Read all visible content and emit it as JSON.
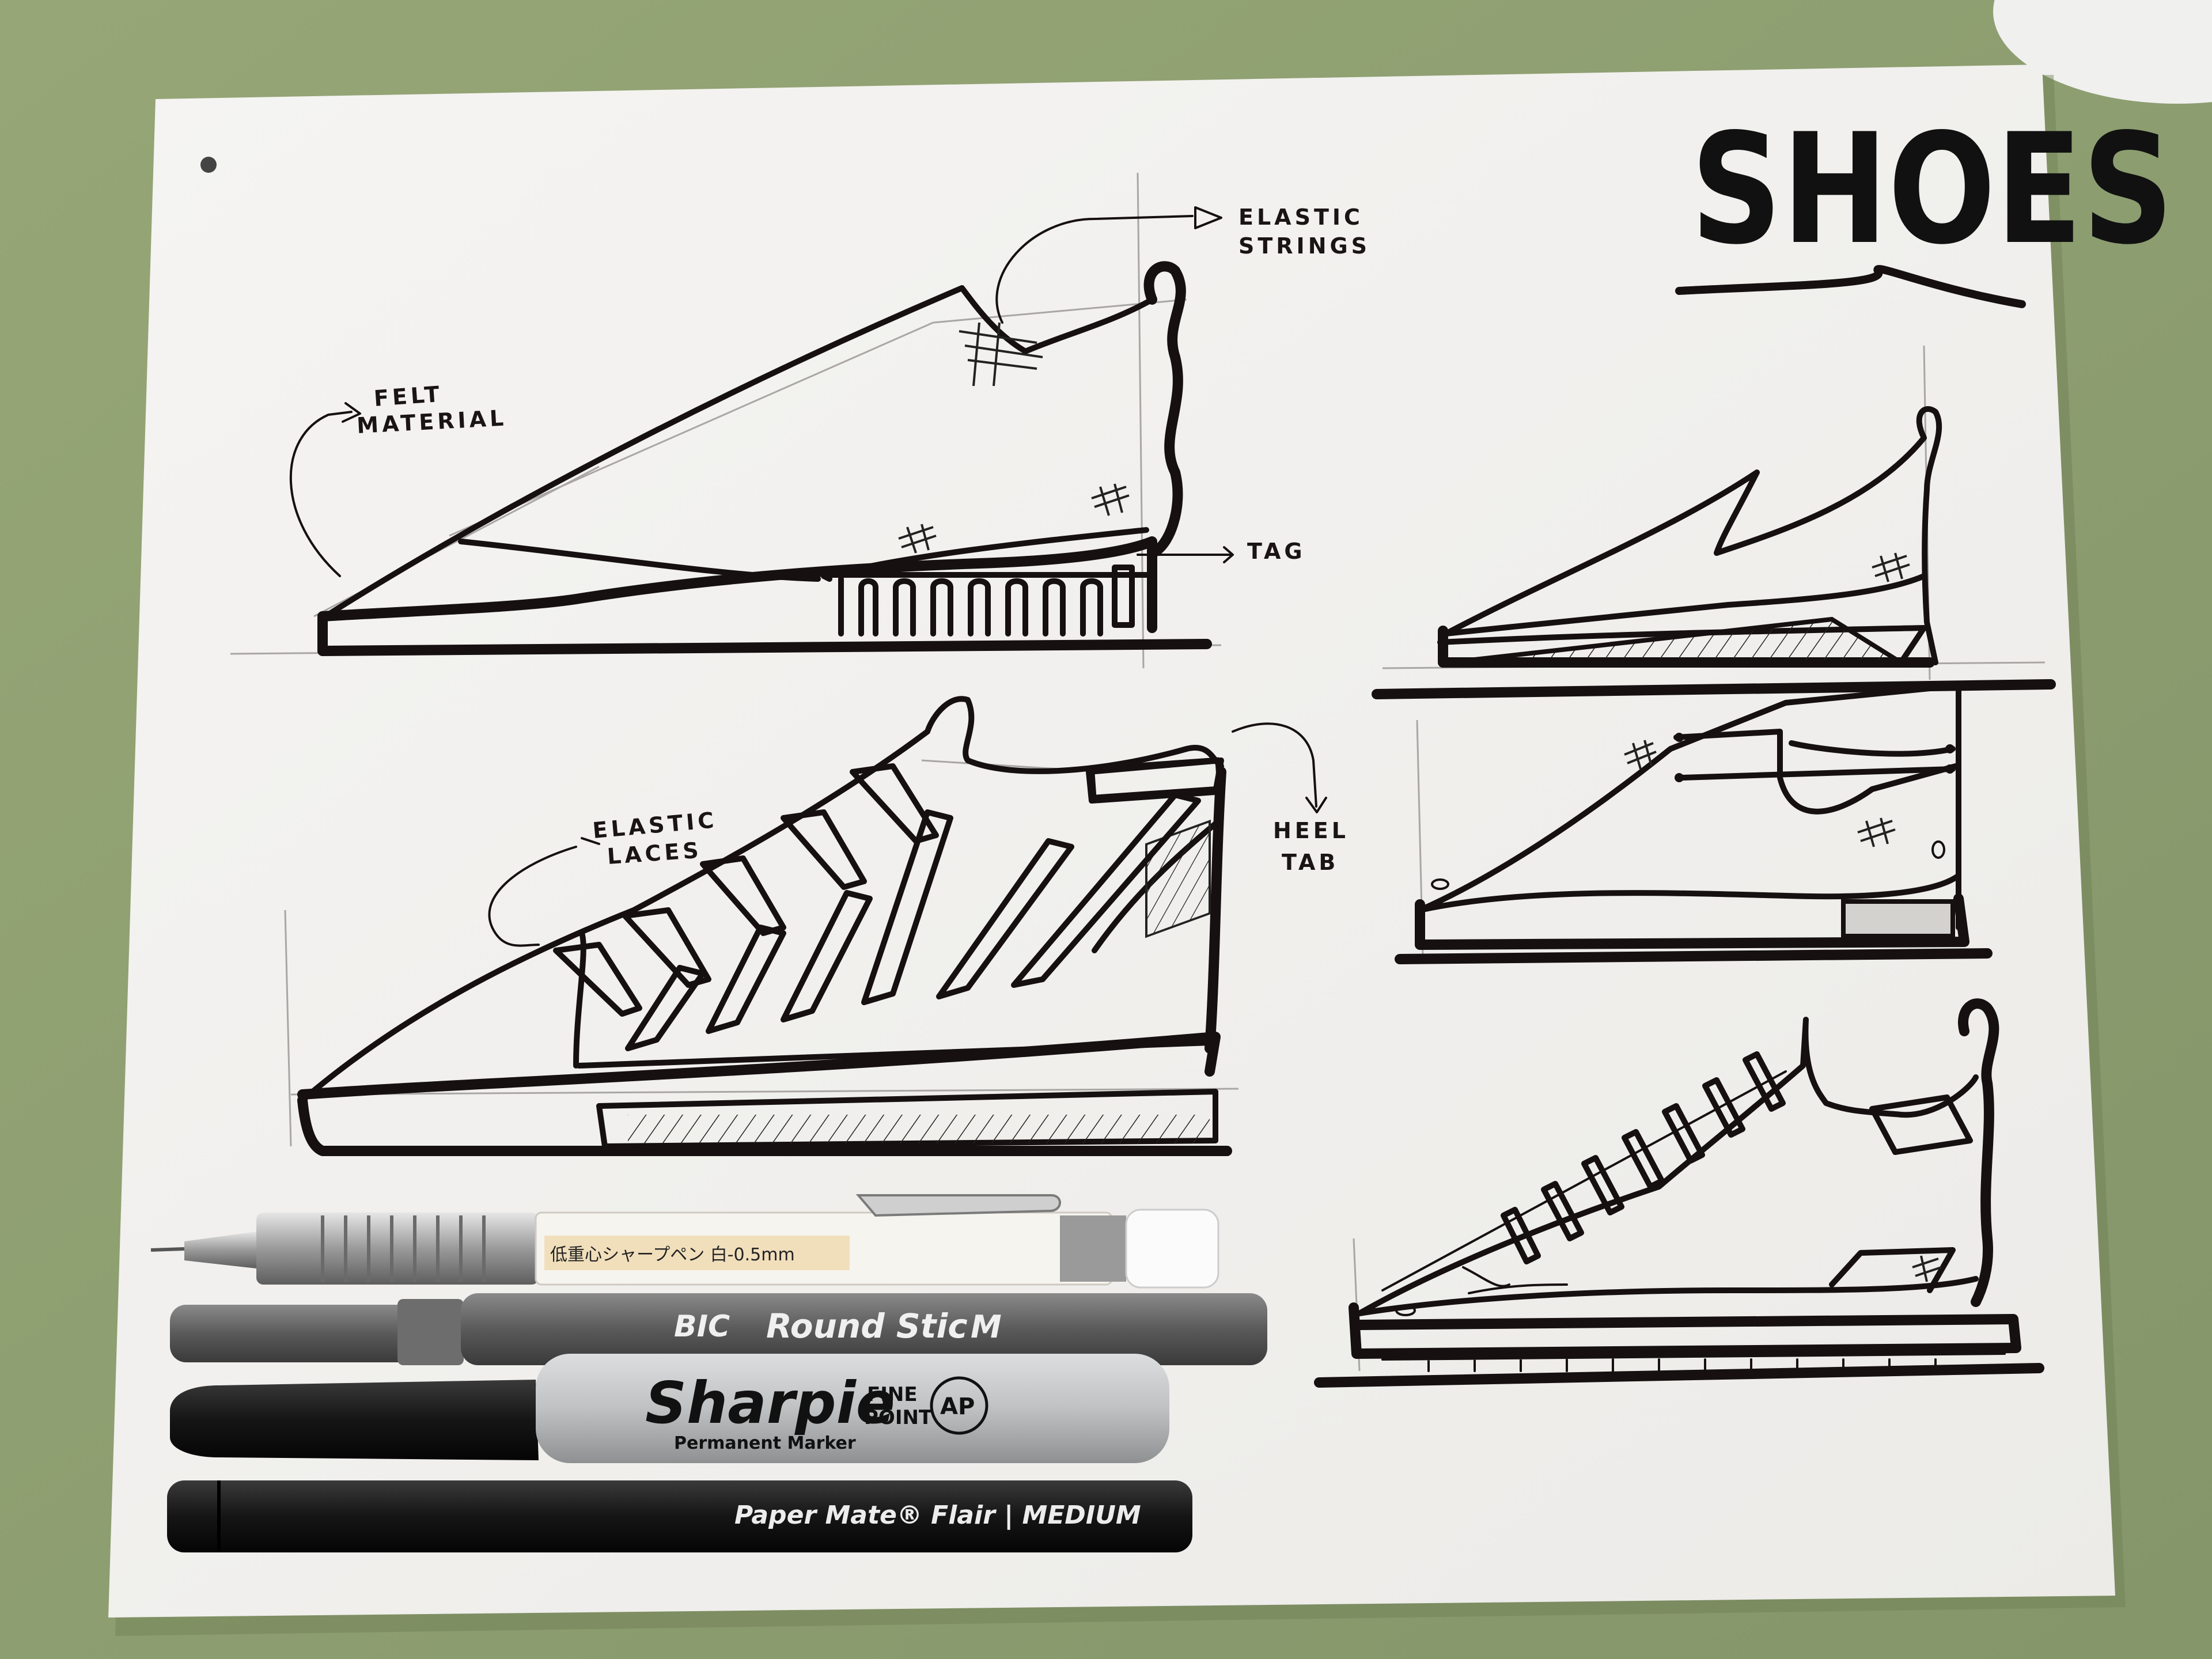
{
  "sheet": {
    "title": "SHOES"
  },
  "annotations": {
    "elastic_strings_line1": "ELASTIC",
    "elastic_strings_line2": "STRINGS",
    "felt_material_line1": "FELT",
    "felt_material_line2": "MATERIAL",
    "tag": "TAG",
    "elastic_laces_line1": "ELASTIC",
    "elastic_laces_line2": "LACES",
    "heel_tab_line1": "HEEL",
    "heel_tab_line2": "TAB"
  },
  "pens": {
    "mechanical_pencil_label": "低重心シャープペン 白-0.5mm",
    "bic_brand": "BIC",
    "bic_label": "Round Stic",
    "bic_size": "M",
    "sharpie_brand": "Sharpie",
    "sharpie_sub": "Permanent Marker",
    "sharpie_fine": "FINE",
    "sharpie_point": "POINT",
    "sharpie_badge": "AP",
    "papermate_label": "Paper Mate® Flair | MEDIUM"
  },
  "colors": {
    "desk": "#8d9e6f",
    "paper": "#f3f2f0",
    "ink": "#161010",
    "pencil_body": "#f5f3ee",
    "bic_body": "#5a5a5a",
    "sharpie_body": "#c5c7c9",
    "papermate_body": "#1c1c1c"
  }
}
